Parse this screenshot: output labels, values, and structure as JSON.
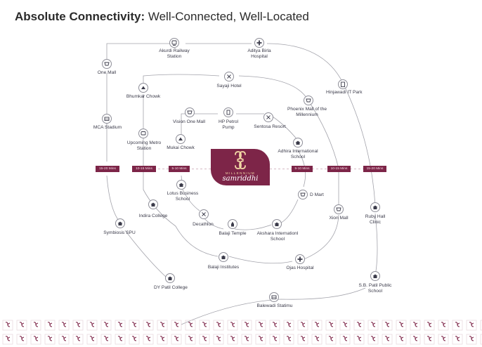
{
  "title": {
    "bold": "Absolute Connectivity:",
    "normal": "Well-Connected, Well-Located"
  },
  "logo": {
    "top": "MILLENNIUM",
    "main": "samriddhi"
  },
  "bands": {
    "left_outer": "15-20 Mins",
    "left_mid": "10-15 Mins",
    "left_inner": "5-10 Mins",
    "right_inner": "5-10 Mins",
    "right_mid": "10-15 Mins",
    "right_outer": "15-20 Mins"
  },
  "places": {
    "akurdi": "Akurdi Railway Station",
    "aditya": "Aditya Birla Hospital",
    "one_mall": "One Mall",
    "hinjawadi": "Hinjawadi IT Park",
    "sayaji": "Sayaji Hotel",
    "bhumkar": "Bhumkar Chowk",
    "phoenix": "Phoenix Mall of the Millennium",
    "mca": "MCA Stadium",
    "vision": "Vision One Mall",
    "hp": "HP Petrol Pump",
    "sentosa": "Sentosa Resort",
    "upcoming": "Upcoming Metro Station",
    "mukai": "Mukai Chowk",
    "adhira": "Adhira International School",
    "lotus": "Lotus Business School",
    "dmart": "D Mart",
    "indira": "Indira College",
    "xion": "Xion Mall",
    "ruby": "Ruby Hall Clinic",
    "decathlon": "Decathlon",
    "symbiosis": "Symbiosis SPU",
    "balaji_temple": "Balaji Temple",
    "akshara": "Akshara Internationl School",
    "balaji_inst": "Balaji Institutes",
    "ojas": "Ojas Hospital",
    "dy_patil": "DY Patil College",
    "sb_patil": "S.B. Patil Public School",
    "balewadi": "Balewadi Statimu"
  },
  "icons": {
    "akurdi": "train-icon",
    "aditya": "hospital-icon",
    "one_mall": "mall-icon",
    "hinjawadi": "office-icon",
    "sayaji": "hotel-icon",
    "bhumkar": "junction-icon",
    "phoenix": "mall-icon",
    "mca": "stadium-icon",
    "vision": "mall-icon",
    "hp": "fuel-icon",
    "sentosa": "resort-icon",
    "upcoming": "metro-icon",
    "mukai": "junction-icon",
    "adhira": "school-icon",
    "lotus": "school-icon",
    "dmart": "mall-icon",
    "indira": "school-icon",
    "xion": "mall-icon",
    "ruby": "hospital-icon",
    "decathlon": "sports-icon",
    "symbiosis": "school-icon",
    "balaji_temple": "temple-icon",
    "akshara": "school-icon",
    "balaji_inst": "school-icon",
    "ojas": "hospital-icon",
    "dy_patil": "school-icon",
    "sb_patil": "school-icon",
    "balewadi": "stadium-icon"
  },
  "colors": {
    "brand": "#7d2548",
    "accent": "#f3d9a6",
    "line": "#9a9aa3",
    "dash": "#c8a3b3"
  }
}
